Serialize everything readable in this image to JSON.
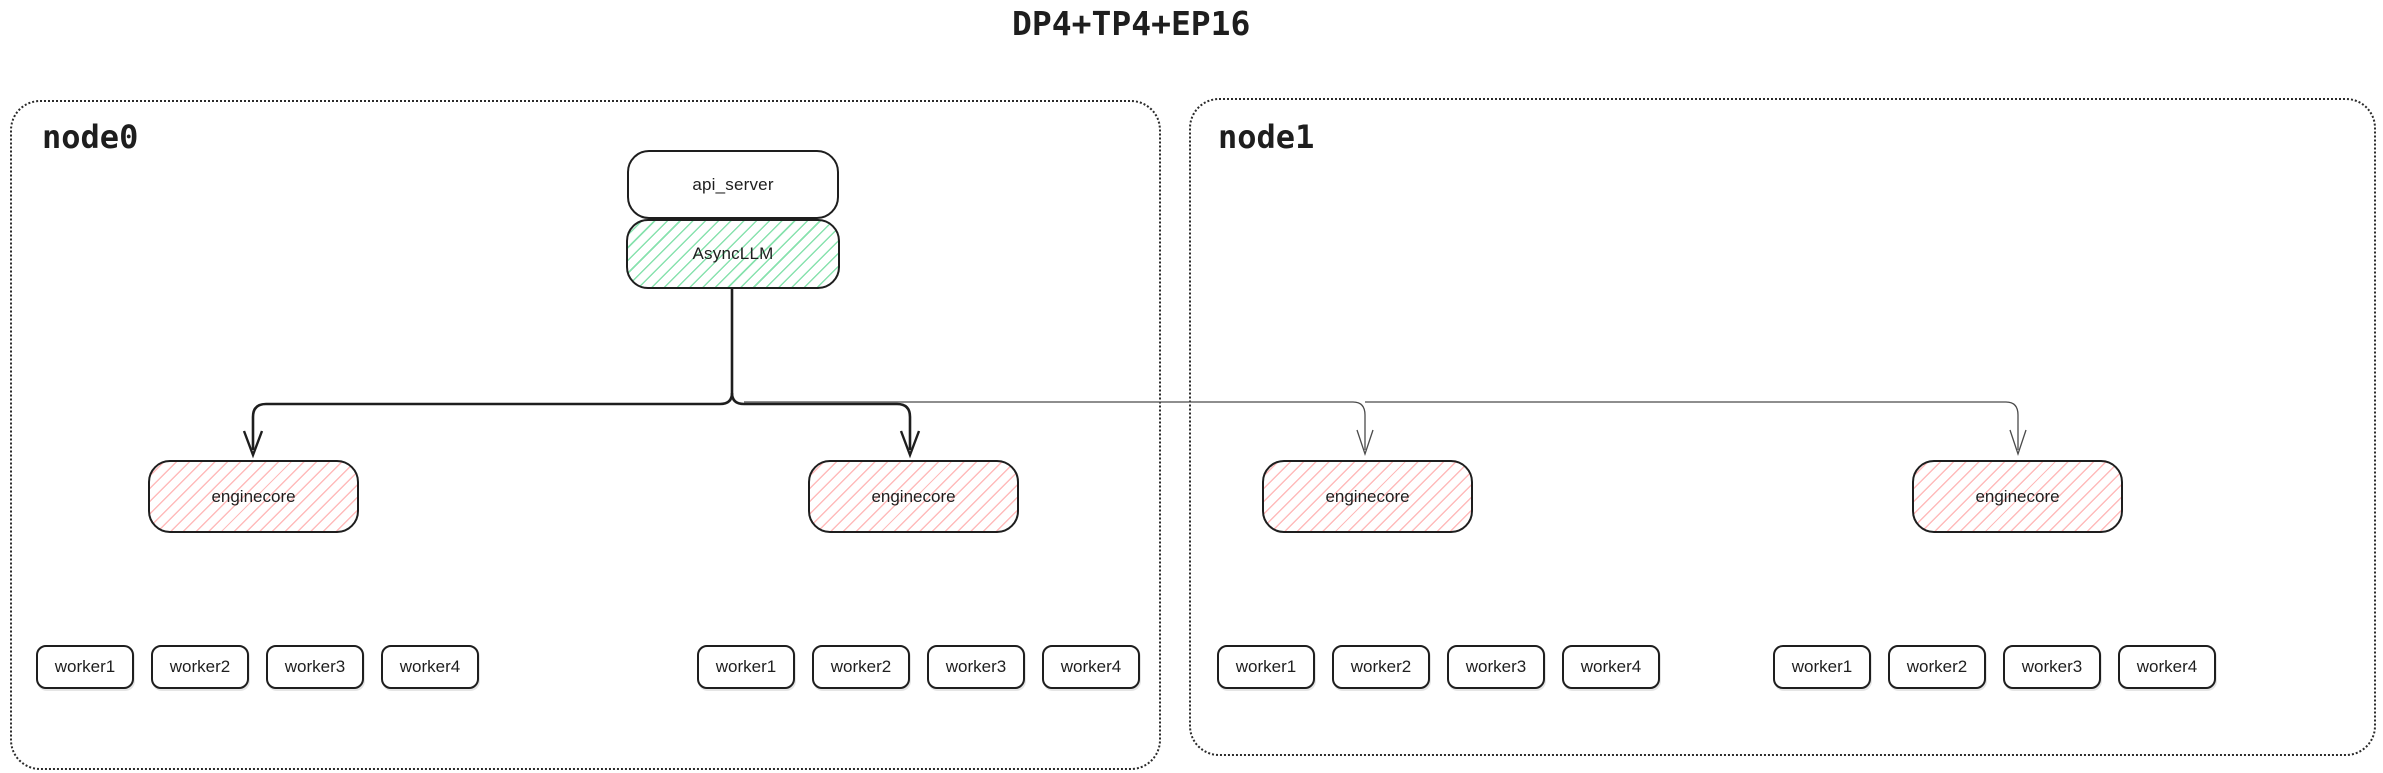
{
  "title": "DP4+TP4+EP16",
  "colors": {
    "border": "#1e1e1e",
    "green_hatch": "#82e0aa",
    "red_hatch": "#ffaaaa",
    "thick_edge": "#1e1e1e",
    "thin_edge": "#4a4a4a"
  },
  "api_server": {
    "label": "api_server"
  },
  "async_llm": {
    "label": "AsyncLLM"
  },
  "nodes": [
    {
      "label": "node0",
      "enginecores": [
        {
          "label": "enginecore",
          "workers": [
            "worker1",
            "worker2",
            "worker3",
            "worker4"
          ]
        },
        {
          "label": "enginecore",
          "workers": [
            "worker1",
            "worker2",
            "worker3",
            "worker4"
          ]
        }
      ]
    },
    {
      "label": "node1",
      "enginecores": [
        {
          "label": "enginecore",
          "workers": [
            "worker1",
            "worker2",
            "worker3",
            "worker4"
          ]
        },
        {
          "label": "enginecore",
          "workers": [
            "worker1",
            "worker2",
            "worker3",
            "worker4"
          ]
        }
      ]
    }
  ]
}
